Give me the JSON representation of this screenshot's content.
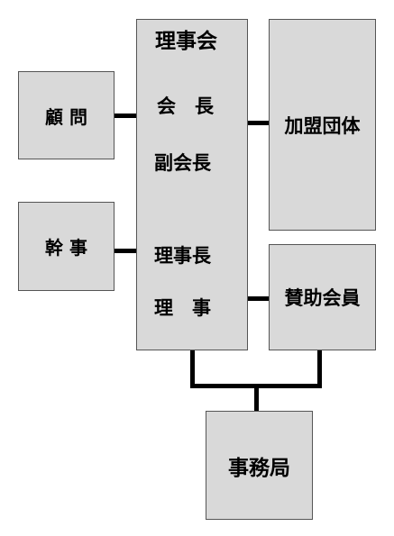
{
  "colors": {
    "box_fill": "#d9d9d9",
    "box_border": "#555555",
    "connector": "#000000",
    "text": "#000000"
  },
  "diagram": {
    "advisor": {
      "label": "顧 問"
    },
    "secretary": {
      "label": "幹 事"
    },
    "board": {
      "title": "理事会",
      "chairman_label": "会　長",
      "vice_chairman_label": "副会長",
      "director_chief_label": "理事長",
      "director_label": "理　事"
    },
    "member_organizations": {
      "label": "加盟団体"
    },
    "supporting_members": {
      "label": "賛助会員"
    },
    "secretariat": {
      "label": "事務局"
    }
  }
}
